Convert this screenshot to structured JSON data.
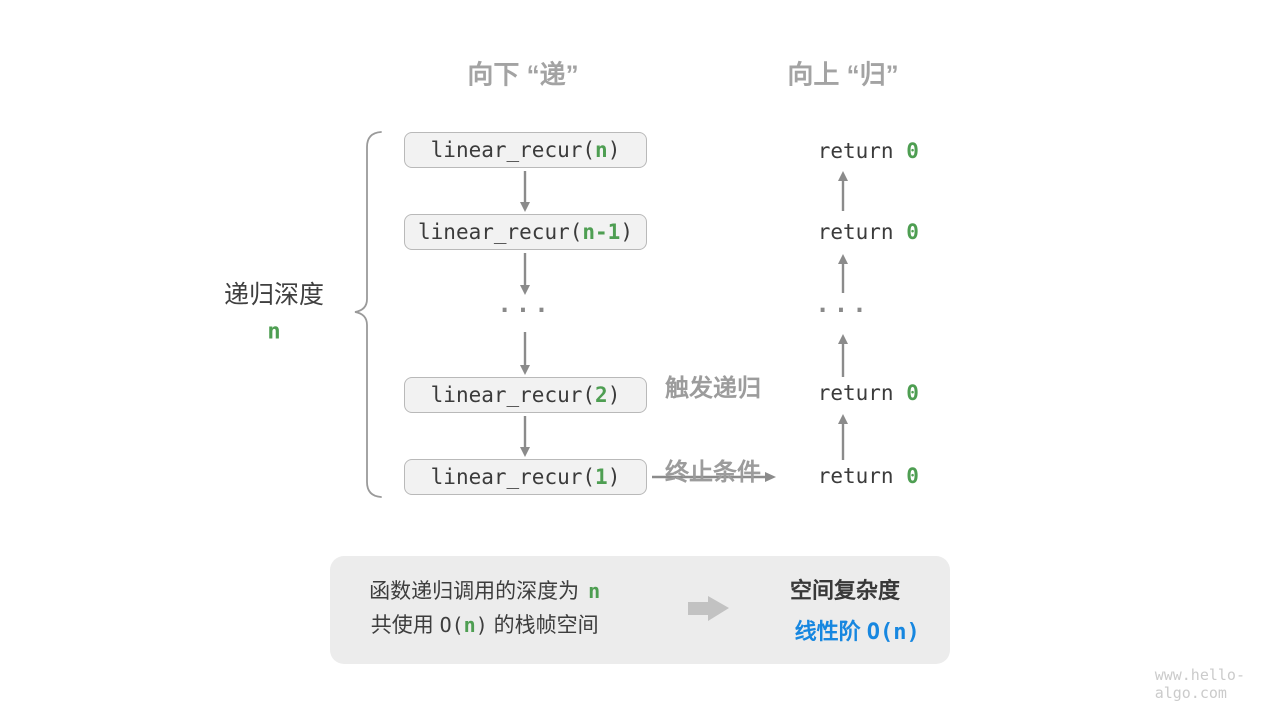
{
  "colors": {
    "green_highlight": "#4e9e52",
    "blue_result": "#1787e0",
    "heading_gray": "#a3a3a3",
    "arrow_gray": "#8b8b8b",
    "code_text": "#3b3b3b",
    "panel_bg": "#ececec",
    "box_bg": "#f2f2f2",
    "box_border": "#b9b9b9"
  },
  "headers": {
    "descend": "向下 “递”",
    "ascend": "向上 “归”"
  },
  "depth": {
    "label": "递归深度",
    "value": "n"
  },
  "stack": {
    "boxes": [
      {
        "func": "linear_recur(",
        "arg": "n",
        "close": ")"
      },
      {
        "func": "linear_recur(",
        "arg": "n-1",
        "close": ")"
      },
      {
        "func": "linear_recur(",
        "arg": "2",
        "close": ")"
      },
      {
        "func": "linear_recur(",
        "arg": "1",
        "close": ")"
      }
    ],
    "ellipsis": "..."
  },
  "returns": {
    "items": [
      {
        "keyword": "return ",
        "value": "0"
      },
      {
        "keyword": "return ",
        "value": "0"
      },
      {
        "keyword": "return ",
        "value": "0"
      },
      {
        "keyword": "return ",
        "value": "0"
      }
    ],
    "ellipsis": "..."
  },
  "trigger": {
    "line1": "触发递归",
    "line2": "终止条件"
  },
  "summary": {
    "line1_text": "函数递归调用的深度为",
    "line1_highlight": "n",
    "line2_pre": "共使用 ",
    "line2_code_open": "O(",
    "line2_highlight": "n",
    "line2_code_close": ")",
    "line2_post": " 的栈帧空间",
    "result_title": "空间复杂度",
    "result_label": "线性阶 ",
    "result_notation": "O(n)"
  },
  "watermark": "www.hello-algo.com"
}
